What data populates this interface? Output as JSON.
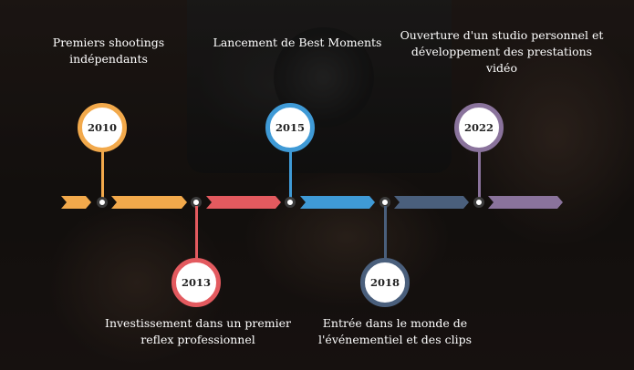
{
  "timeline": {
    "events": [
      {
        "year": "2010",
        "caption": "Premiers shootings indépendants",
        "color": "#f2a94b"
      },
      {
        "year": "2013",
        "caption": "Investissement dans un premier reflex professionnel",
        "color": "#e35a5f"
      },
      {
        "year": "2015",
        "caption": "Lancement de Best Moments",
        "color": "#3f9ad6"
      },
      {
        "year": "2018",
        "caption": "Entrée dans le monde de l'événementiel et des clips",
        "color": "#4a5f7c"
      },
      {
        "year": "2022",
        "caption": "Ouverture d'un studio personnel et développement des prestations vidéo",
        "color": "#8a739c"
      }
    ]
  }
}
